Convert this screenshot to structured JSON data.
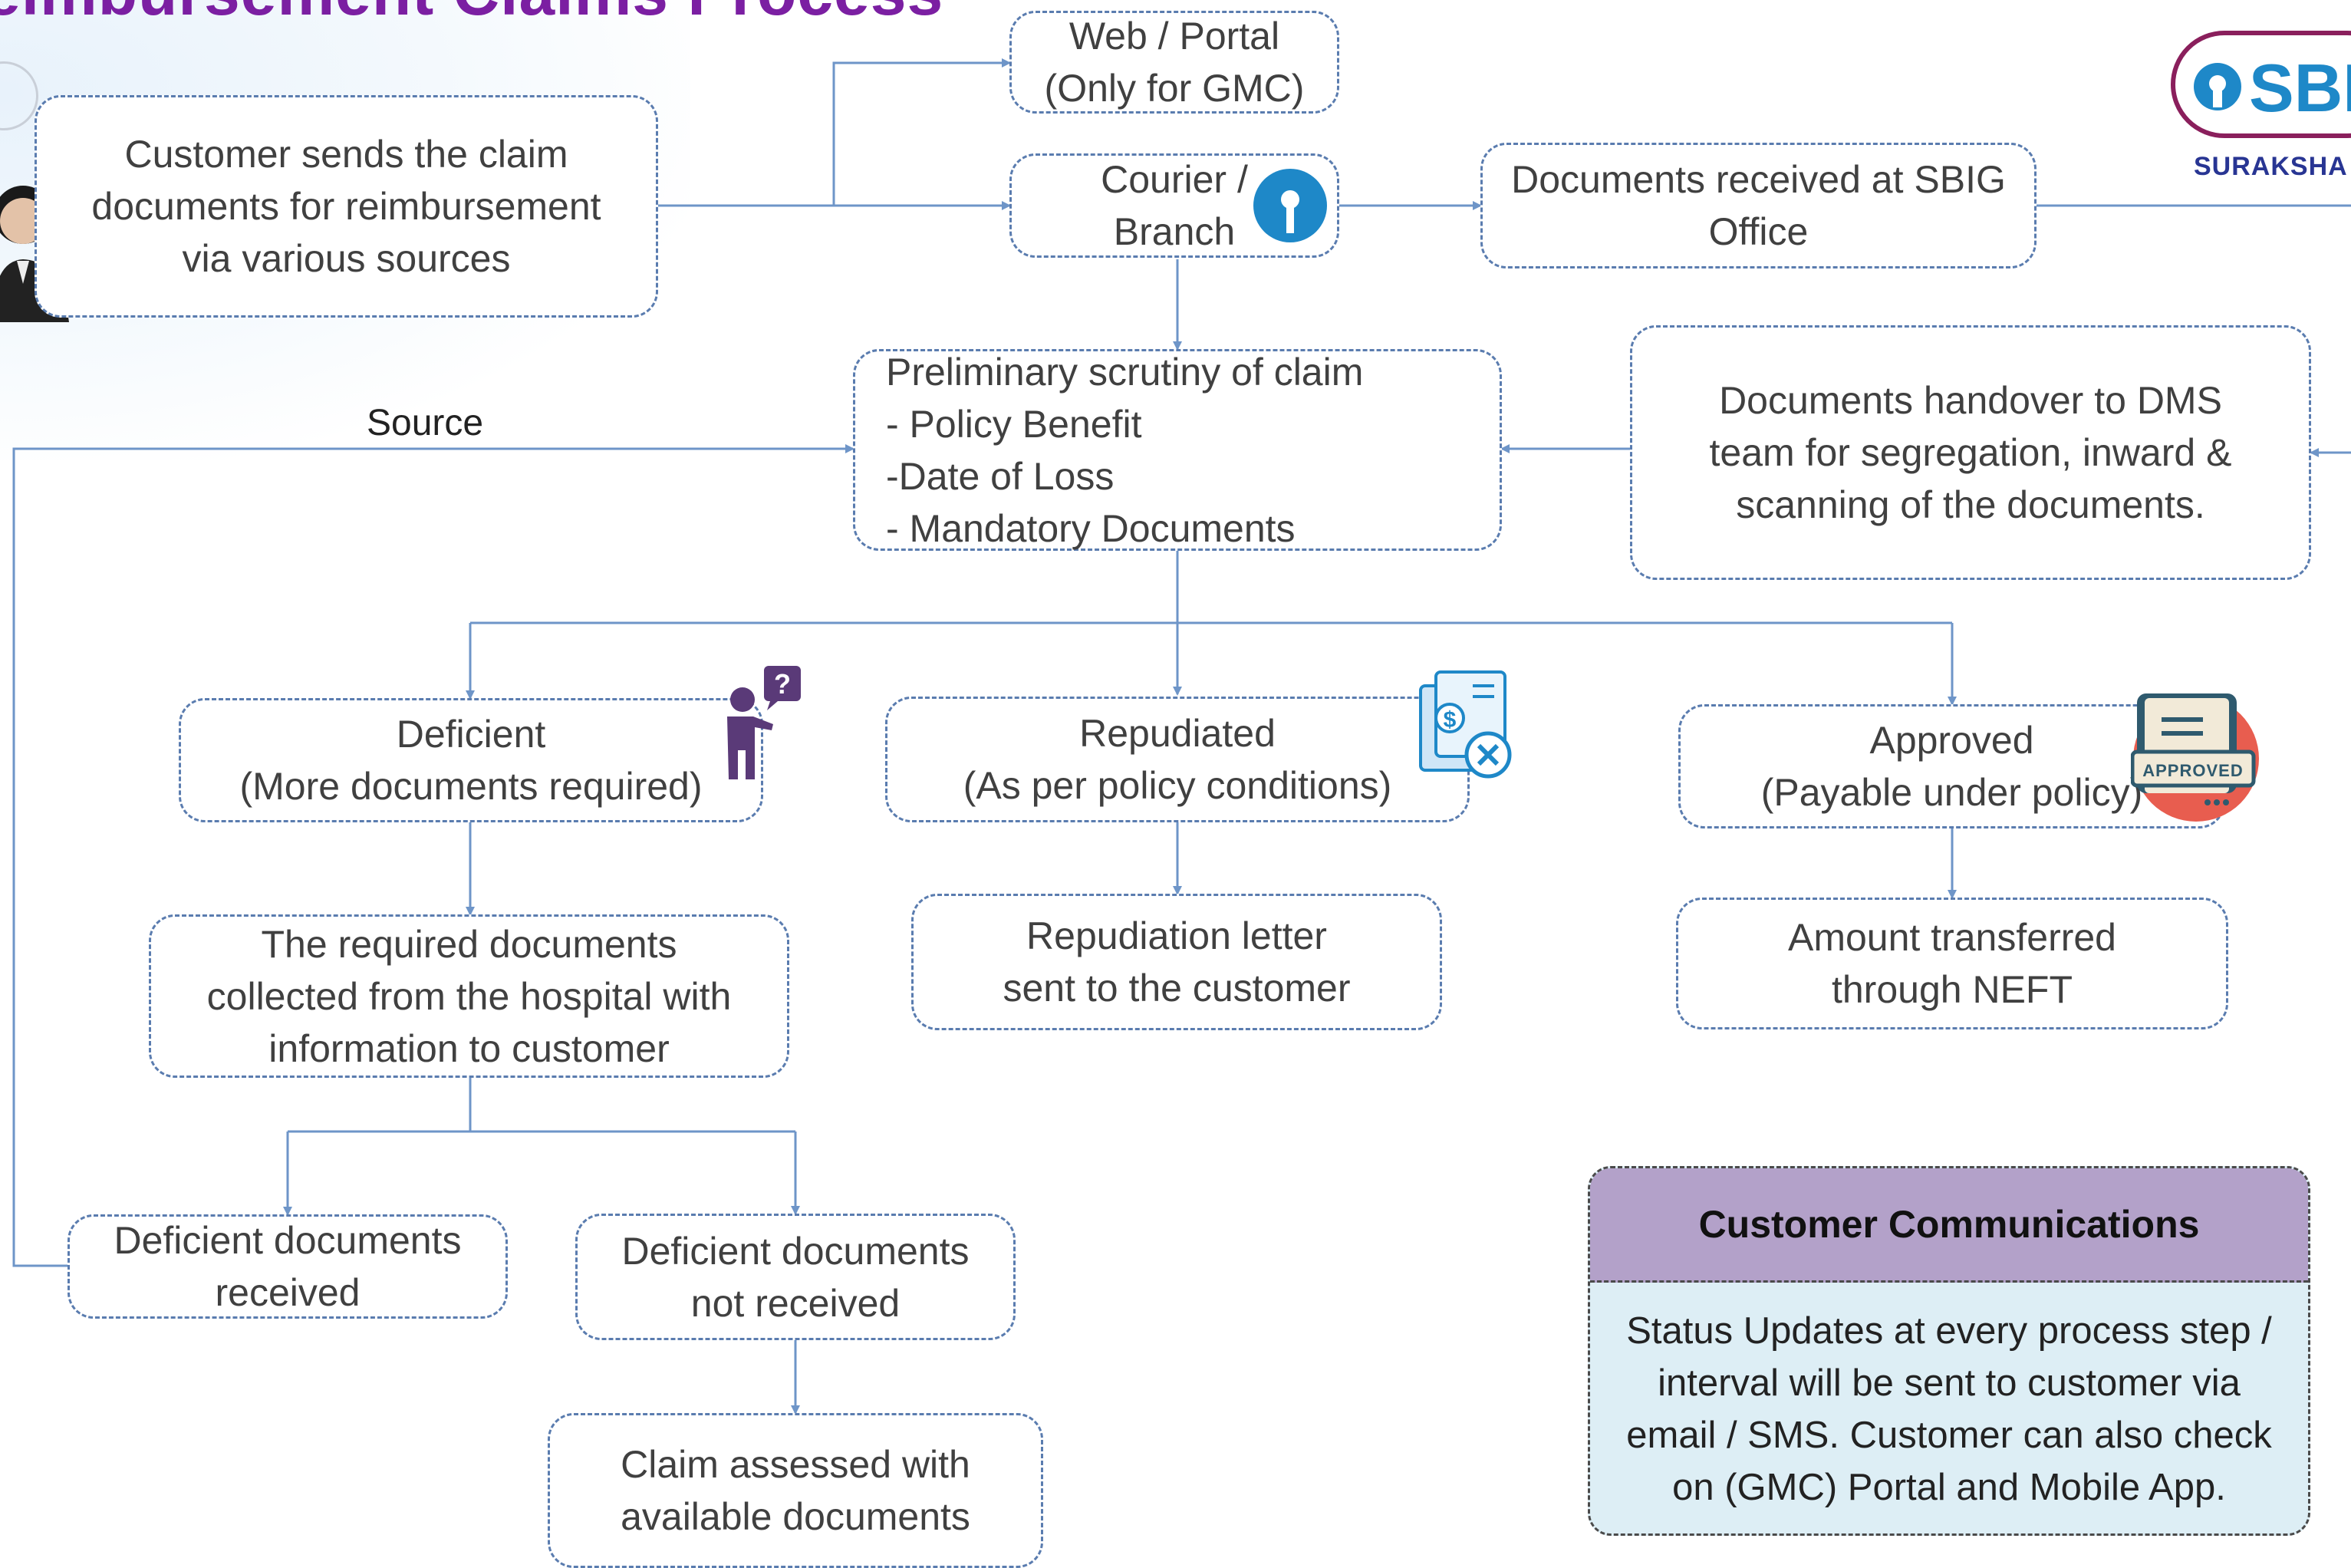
{
  "title": "eimbursement Claims Process",
  "logo": {
    "brand": "SBI",
    "sub": "SURAKSHA"
  },
  "colors": {
    "box_border": "#5a7caf",
    "connector": "#6e95c8",
    "title": "#7b1fa2",
    "comm_header": "#b3a1c9",
    "comm_body": "#ddeef5"
  },
  "nodes": {
    "customer_sends": [
      "Customer sends the claim",
      "documents for reimbursement",
      "via various sources"
    ],
    "web_portal": [
      "Web / Portal",
      "(Only for GMC)"
    ],
    "courier_branch": [
      "Courier /",
      "Branch"
    ],
    "docs_received": [
      "Documents received at SBIG",
      "Office"
    ],
    "preliminary": [
      "Preliminary scrutiny of claim",
      "- Policy Benefit",
      "-Date of Loss",
      "- Mandatory Documents"
    ],
    "dms_handover": [
      "Documents handover to DMS",
      "team for segregation, inward &",
      "scanning of the documents."
    ],
    "deficient": [
      "Deficient",
      "(More documents required)"
    ],
    "repudiated": [
      "Repudiated",
      "(As per policy conditions)"
    ],
    "approved": [
      "Approved",
      "(Payable under policy)"
    ],
    "required_docs": [
      "The required documents",
      "collected from the hospital with",
      "information to customer"
    ],
    "repudiation_letter": [
      "Repudiation letter",
      "sent to the customer"
    ],
    "amount_transferred": [
      "Amount transferred",
      "through NEFT"
    ],
    "deficient_received": [
      "Deficient documents",
      "received"
    ],
    "deficient_not_received": [
      "Deficient documents",
      "not received"
    ],
    "claim_assessed": [
      "Claim assessed with",
      "available documents"
    ]
  },
  "source_label": "Source",
  "communications": {
    "header": "Customer Communications",
    "body": [
      "Status Updates at every process step /",
      "interval will be sent to customer via",
      "email / SMS. Customer can also check",
      "on (GMC) Portal and Mobile App."
    ]
  },
  "icons": {
    "approved_stamp": "APPROVED",
    "deficient_icon": "person-question-icon",
    "repudiated_icon": "document-reject-icon",
    "courier_icon": "sbi-keyhole-icon",
    "avatar_icon": "customer-avatar-icon"
  }
}
